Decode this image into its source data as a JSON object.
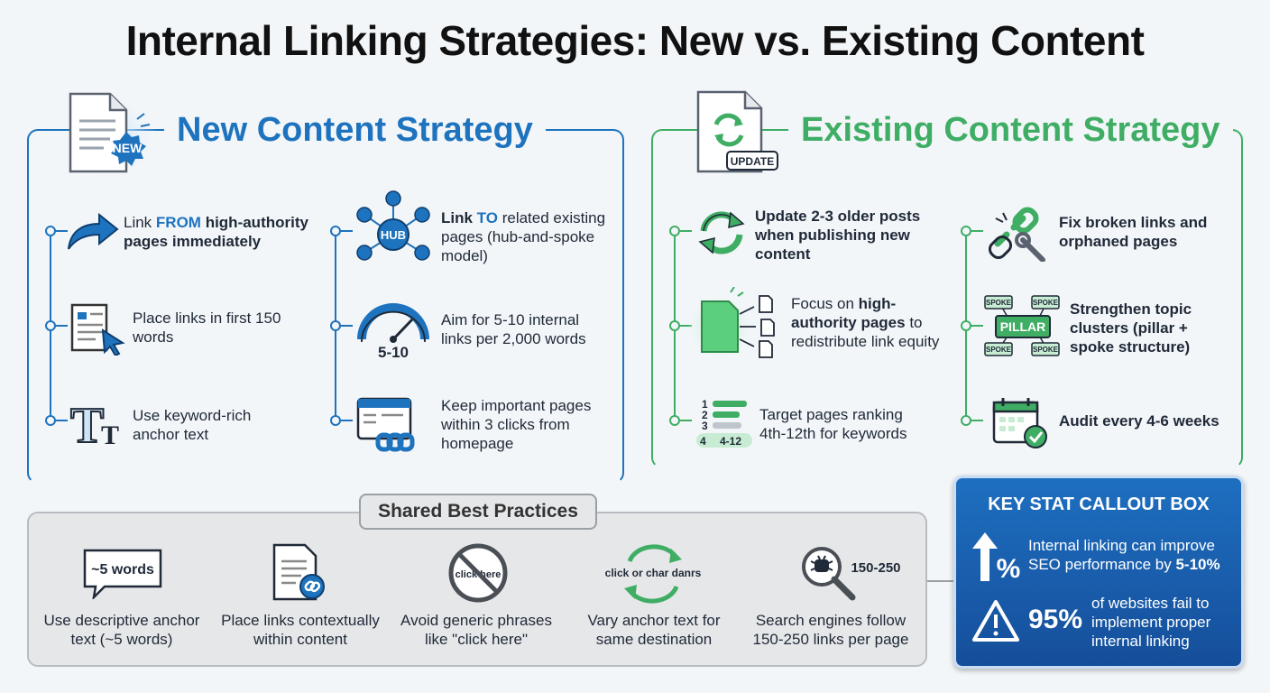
{
  "title": "Internal Linking Strategies: New vs. Existing Content",
  "new_content": {
    "heading": "New Content Strategy",
    "badge": "NEW",
    "left_items": [
      {
        "pre": "Link ",
        "em": "FROM",
        "post": " high-authority pages immediately"
      },
      {
        "text": "Place links in first 150 words"
      },
      {
        "text": "Use keyword-rich anchor text"
      }
    ],
    "right_items": [
      {
        "pre": "Link ",
        "em": "TO",
        "post": " related existing pages (hub-and-spoke model)"
      },
      {
        "text": "Aim for 5-10 internal links per 2,000 words"
      },
      {
        "text": "Keep important pages within 3 clicks from homepage"
      }
    ],
    "hub_label": "HUB",
    "gauge_label": "5-10"
  },
  "existing_content": {
    "heading": "Existing Content Strategy",
    "badge": "UPDATE",
    "left_items": [
      {
        "text": "Update 2-3 older posts when publishing new content"
      },
      {
        "pre": "Focus on ",
        "em": "high-authority pages",
        "post": " to redistribute link equity"
      },
      {
        "text": "Target pages ranking 4th-12th for keywords"
      }
    ],
    "right_items": [
      {
        "text": "Fix broken links and orphaned pages"
      },
      {
        "text": "Strengthen topic clusters (pillar + spoke structure)"
      },
      {
        "text": "Audit every 4-6 weeks"
      }
    ],
    "pillar_label": "PILLAR",
    "spoke_label": "SPOKE",
    "rank_list": [
      "1",
      "2",
      "3",
      "4"
    ],
    "rank_range": "4-12"
  },
  "shared": {
    "heading": "Shared Best Practices",
    "items": [
      {
        "label": "Use descriptive anchor text (~5 words)",
        "icon_text": "~5 words",
        "icon": "speech-bubble-icon"
      },
      {
        "label": "Place links contextually within content",
        "icon": "document-link-icon"
      },
      {
        "label": "Avoid generic phrases like \"click here\"",
        "icon_text": "click here",
        "icon": "no-sign-icon"
      },
      {
        "label": "Vary anchor text for same destination",
        "icon_text": "click or char danrs",
        "icon": "cycle-arrows-icon"
      },
      {
        "label": "Search engines follow 150-250 links per page",
        "icon_text": "150-250",
        "icon": "magnifier-bug-icon"
      }
    ]
  },
  "stat_box": {
    "title": "KEY STAT CALLOUT BOX",
    "stat1_text": "Internal linking can improve SEO performance by ",
    "stat1_value": "5-10%",
    "stat1_icon": "%",
    "stat2_value": "95%",
    "stat2_text": "of websites fail to implement proper internal linking"
  },
  "colors": {
    "blue": "#1e73be",
    "green": "#3fae64",
    "stat_bg": "#1a5fae"
  }
}
